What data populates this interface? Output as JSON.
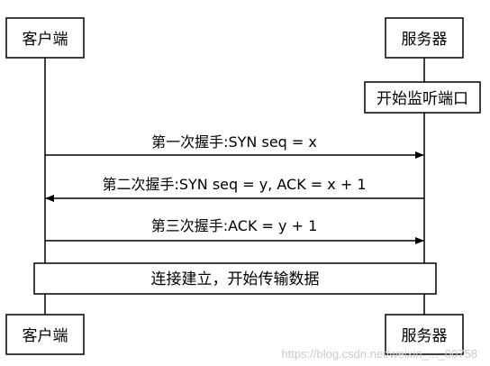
{
  "participants": [
    {
      "id": "client",
      "label": "客户端"
    },
    {
      "id": "server",
      "label": "服务器"
    }
  ],
  "server_note": "开始监听端口",
  "messages": [
    {
      "from": "client",
      "to": "server",
      "label": "第一次握手:SYN seq = x"
    },
    {
      "from": "server",
      "to": "client",
      "label": "第二次握手:SYN seq = y, ACK = x + 1"
    },
    {
      "from": "client",
      "to": "server",
      "label": "第三次握手:ACK = y + 1"
    }
  ],
  "span_note": "连接建立，开始传输数据",
  "watermark": "https://blog.csdn.net/weixin_..._00758",
  "colors": {
    "stroke": "#000000",
    "text": "#000000",
    "background": "#ffffff",
    "watermark": "#c9c9c9"
  }
}
